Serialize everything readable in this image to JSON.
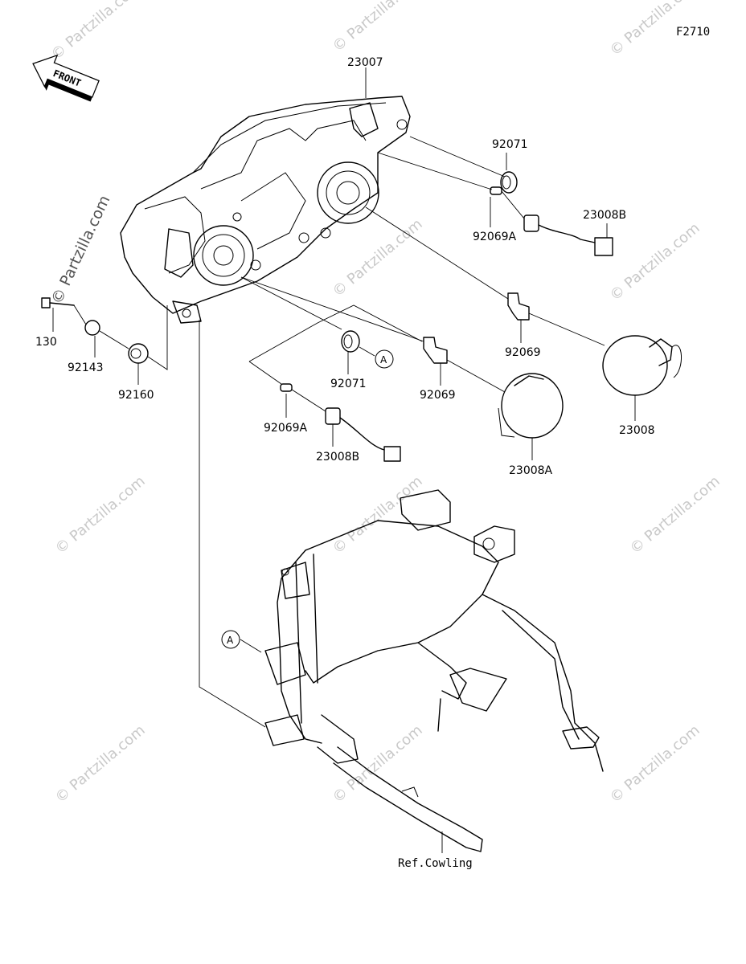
{
  "figure_code": "F2710",
  "front_label": "FRONT",
  "ref_label": "Ref.Cowling",
  "callout_letter": "A",
  "watermark": "© Partzilla.com",
  "vertical_watermark": "© Partzilla.com",
  "parts": {
    "headlight_assembly": "23007",
    "grommet_top": "92071",
    "bulb_a_right": "92069A",
    "socket_right": "23008B",
    "bulb_high": "92069",
    "cap_right": "23008",
    "bolt": "130",
    "collar": "92143",
    "damper": "92160",
    "grommet_mid": "92071",
    "bulb_low": "92069",
    "bulb_a_left": "92069A",
    "socket_left": "23008B",
    "cap_left": "23008A"
  }
}
